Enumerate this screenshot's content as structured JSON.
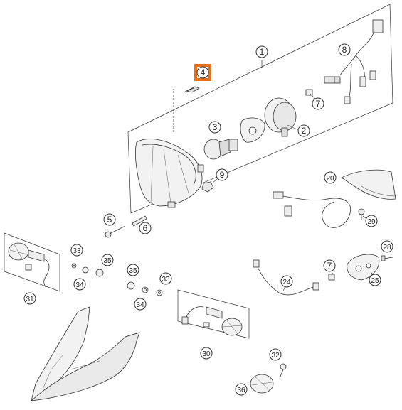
{
  "diagram": {
    "highlight_color": "#e8731e",
    "line_color": "#333333",
    "part_fill": "#f2f2f2",
    "callouts": [
      {
        "id": "c1",
        "label": "1"
      },
      {
        "id": "c2",
        "label": "2"
      },
      {
        "id": "c3",
        "label": "3"
      },
      {
        "id": "c4",
        "label": "4",
        "highlighted": true
      },
      {
        "id": "c5",
        "label": "5"
      },
      {
        "id": "c6",
        "label": "6"
      },
      {
        "id": "c7a",
        "label": "7"
      },
      {
        "id": "c7b",
        "label": "7"
      },
      {
        "id": "c8",
        "label": "8"
      },
      {
        "id": "c9",
        "label": "9"
      },
      {
        "id": "c20",
        "label": "20"
      },
      {
        "id": "c24",
        "label": "24"
      },
      {
        "id": "c25",
        "label": "25"
      },
      {
        "id": "c28",
        "label": "28"
      },
      {
        "id": "c29",
        "label": "29"
      },
      {
        "id": "c30",
        "label": "30"
      },
      {
        "id": "c31",
        "label": "31"
      },
      {
        "id": "c32",
        "label": "32"
      },
      {
        "id": "c33a",
        "label": "33"
      },
      {
        "id": "c33b",
        "label": "33"
      },
      {
        "id": "c34a",
        "label": "34"
      },
      {
        "id": "c34b",
        "label": "34"
      },
      {
        "id": "c35a",
        "label": "35"
      },
      {
        "id": "c35b",
        "label": "35"
      },
      {
        "id": "c36",
        "label": "36"
      }
    ]
  }
}
